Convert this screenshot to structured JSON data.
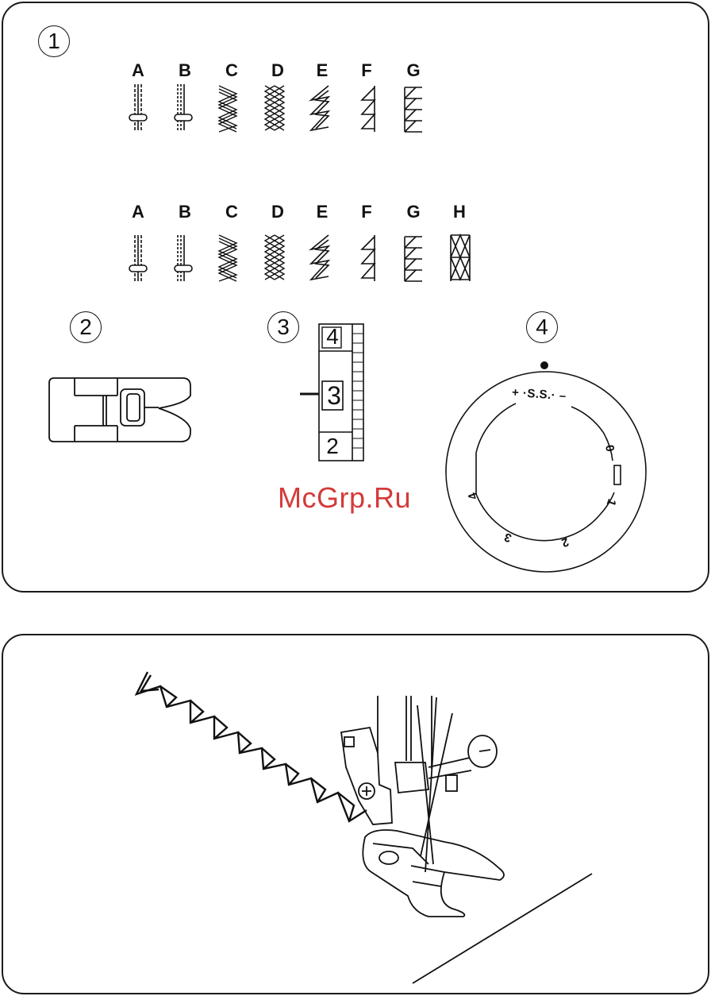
{
  "figure_numbers": [
    "1",
    "2",
    "3",
    "4"
  ],
  "row1": {
    "letters": [
      "A",
      "B",
      "C",
      "D",
      "E",
      "F",
      "G"
    ]
  },
  "row2": {
    "letters": [
      "A",
      "B",
      "C",
      "D",
      "E",
      "F",
      "G",
      "H"
    ]
  },
  "stitch_length_gauge": {
    "values": [
      "4",
      "3",
      "2"
    ]
  },
  "tension_dial": {
    "top_label": "+ ·S.S.· –",
    "numbers": [
      "0",
      "1",
      "2",
      "3",
      "4"
    ]
  },
  "watermark": "McGrp.Ru"
}
